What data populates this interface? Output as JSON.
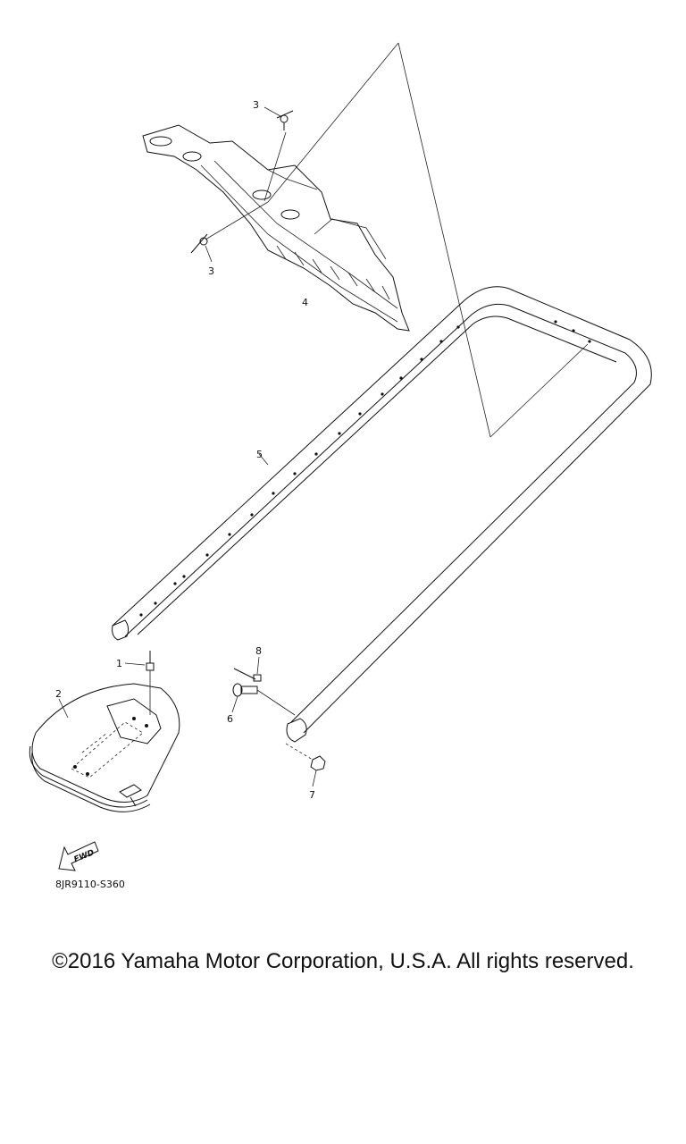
{
  "diagram": {
    "callouts": {
      "c1": "1",
      "c2": "2",
      "c3a": "3",
      "c3b": "3",
      "c4": "4",
      "c5": "5",
      "c6": "6",
      "c7": "7",
      "c8": "8"
    },
    "fwd_label": "FWD",
    "code": "8JR9110-S360"
  },
  "footer": {
    "copyright": "©2016 Yamaha Motor Corporation, U.S.A. All rights reserved."
  }
}
